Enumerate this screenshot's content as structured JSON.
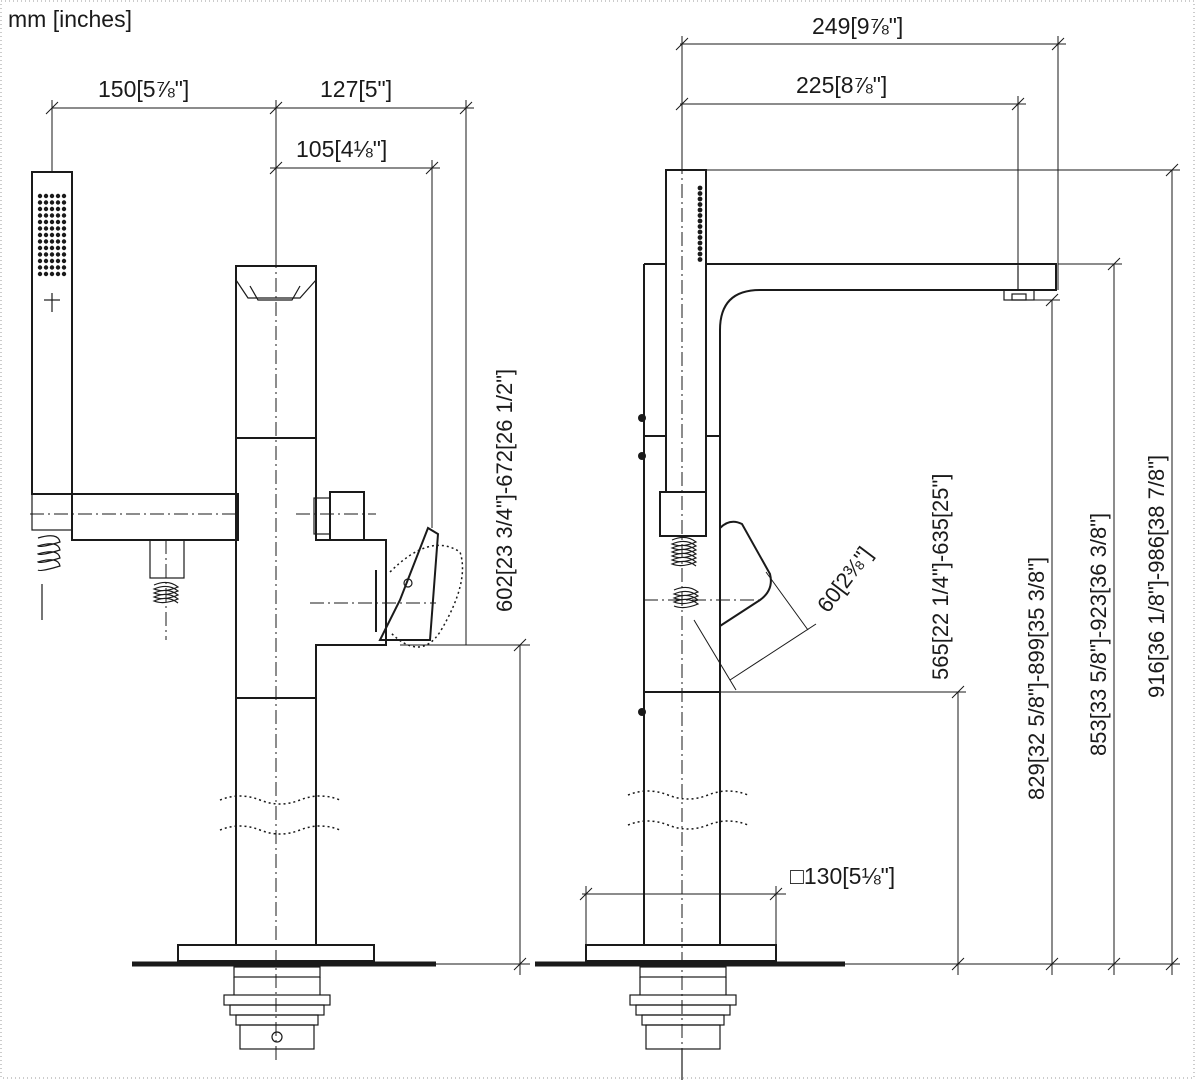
{
  "units_label": "mm [inches]",
  "dimensions": {
    "spout_reach_total": "249[9⅞\"]",
    "spout_reach": "225[8⅞\"]",
    "handshower_offset": "150[5⅞\"]",
    "body_to_edge": "127[5\"]",
    "body_to_lever": "105[4⅛\"]",
    "lever_height": "602[23 3/4\"]-672[26 1/2\"]",
    "lever_angle": "60[2⅜\"]",
    "lever_height_side": "565[22 1/4\"]-635[25\"]",
    "spout_outlet_height": "829[32 5/8\"]-899[35 3/8\"]",
    "spout_top_height": "853[33 5/8\"]-923[36 3/8\"]",
    "overall_height": "916[36 1/8\"]-986[38 7/8\"]",
    "base_plate": "□130[5⅛\"]"
  }
}
